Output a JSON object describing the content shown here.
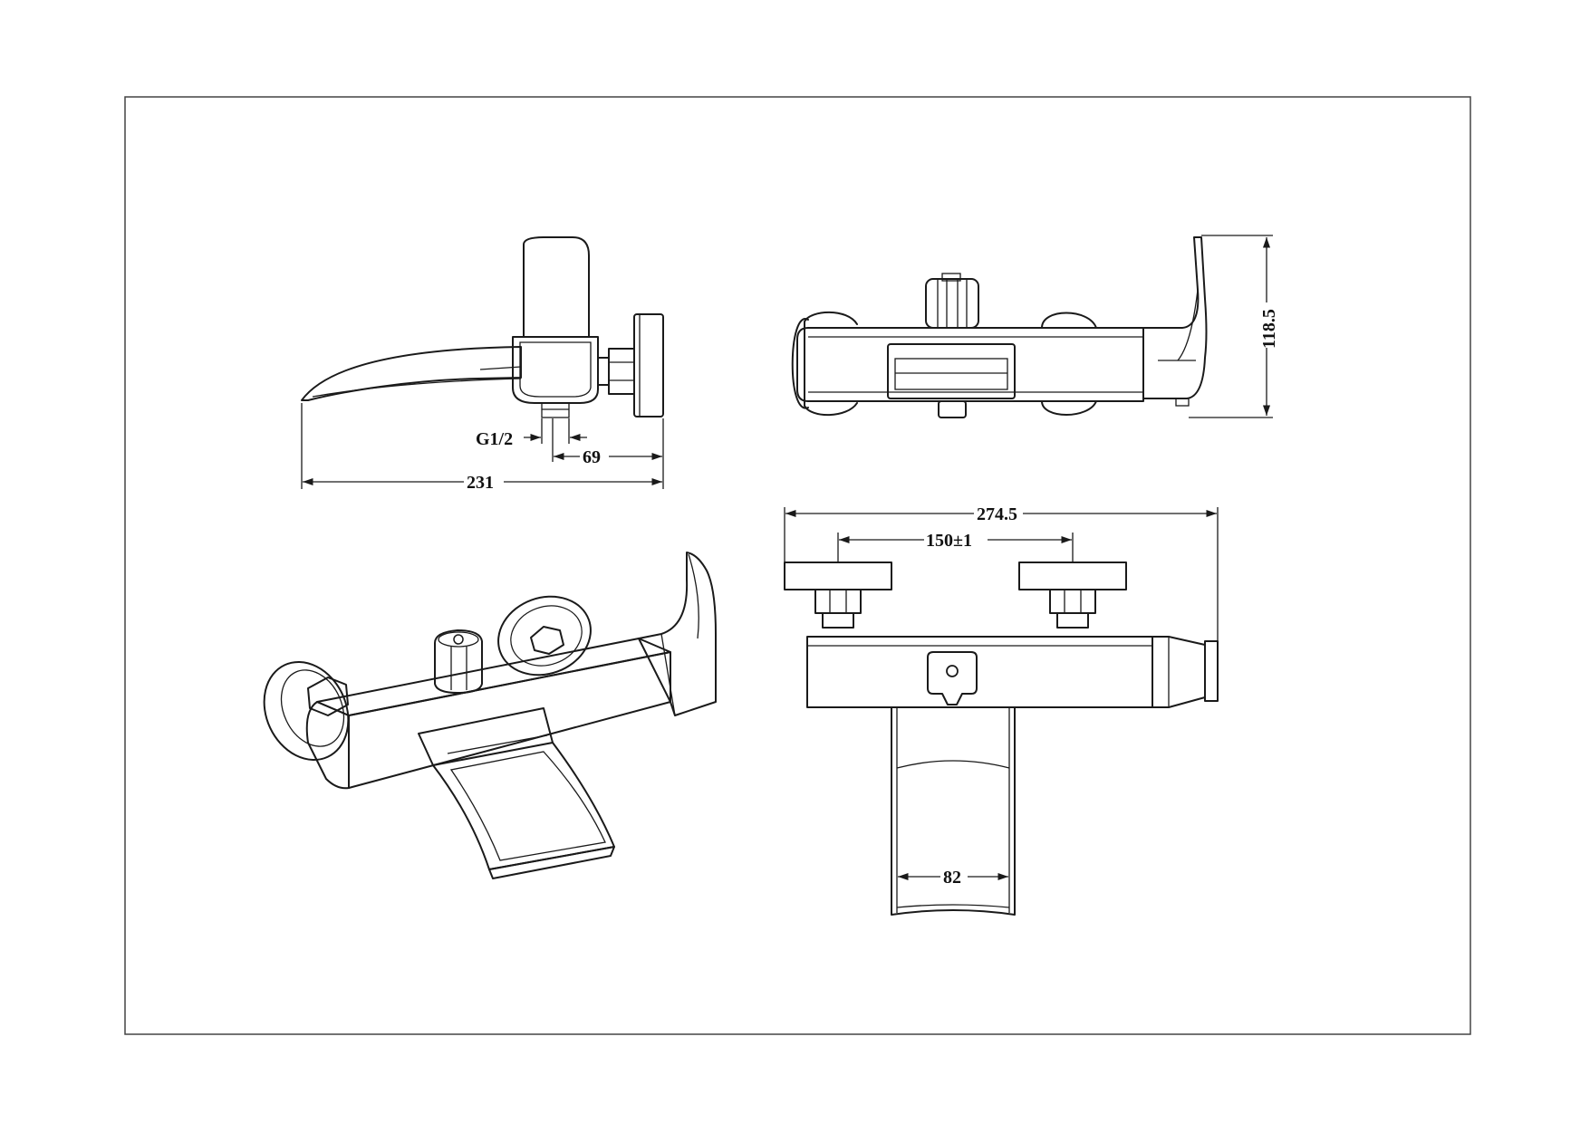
{
  "dimensions": {
    "thread": "G1/2",
    "wall_depth": "69",
    "overall_depth": "231",
    "height": "118.5",
    "overall_width": "274.5",
    "center_distance": "150±1",
    "spout_width": "82"
  }
}
